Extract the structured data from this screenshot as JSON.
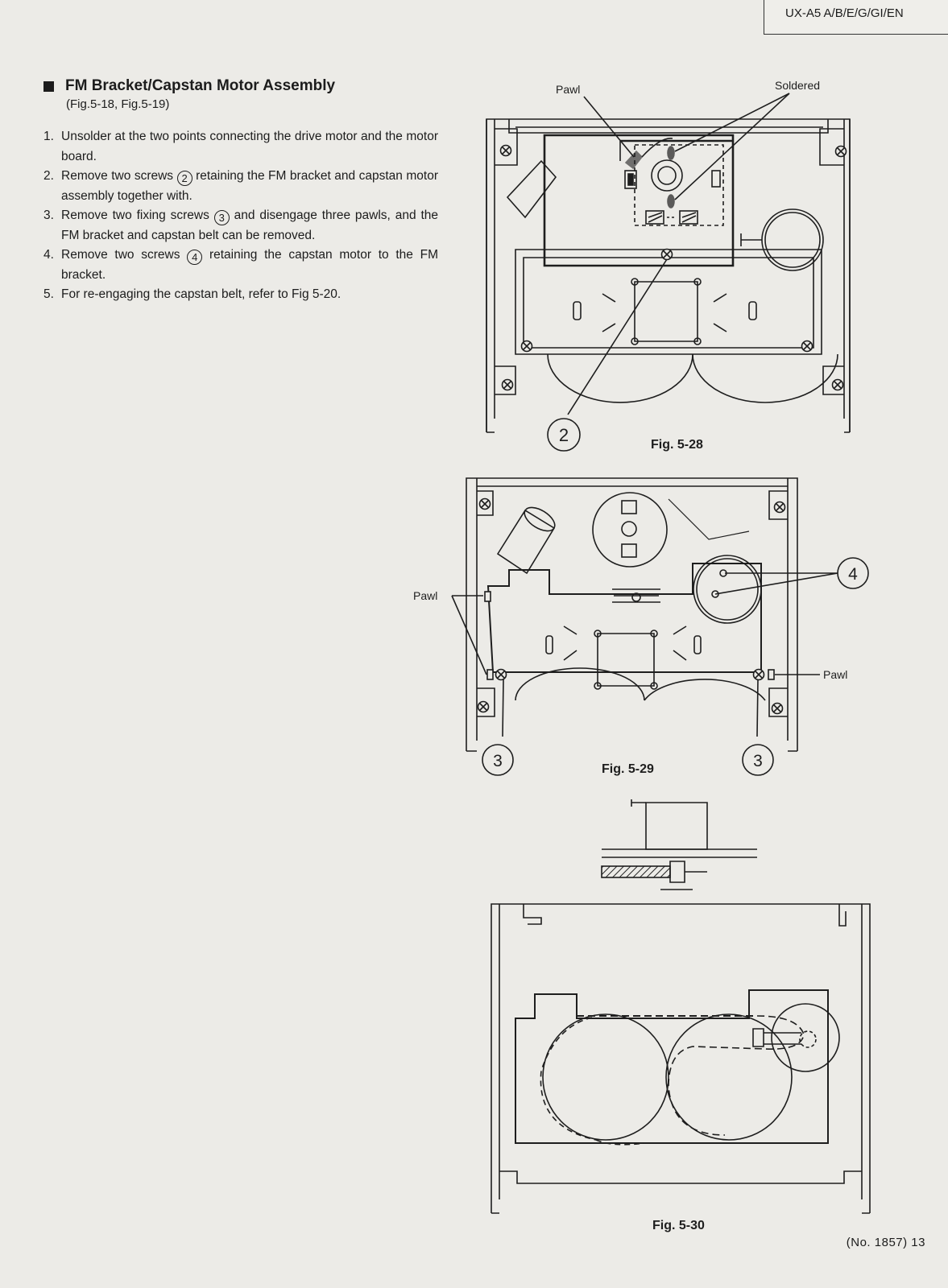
{
  "header": {
    "model": "UX-A5 A/B/E/G/GI/EN"
  },
  "section": {
    "title": "FM Bracket/Capstan Motor Assembly",
    "figure_refs": "(Fig.5-18, Fig.5-19)",
    "steps": [
      {
        "num": "1.",
        "text": "Unsolder at the two points connecting the drive motor and the motor board."
      },
      {
        "num": "2.",
        "pre": "Remove two screws",
        "mark": "2",
        "post": "retaining the FM bracket and capstan motor assembly together with."
      },
      {
        "num": "3.",
        "pre": "Remove two fixing screws",
        "mark": "3",
        "post": "and disengage three pawls, and the FM bracket and capstan belt can be removed."
      },
      {
        "num": "4.",
        "pre": "Remove two screws",
        "mark": "4",
        "post": "retaining the capstan motor to the FM bracket."
      },
      {
        "num": "5.",
        "text": "For re-engaging the capstan belt, refer to Fig 5-20."
      }
    ]
  },
  "figures": {
    "fig28": {
      "caption": "Fig. 5-28",
      "label_pawl": "Pawl",
      "label_soldered": "Soldered",
      "callout": "2"
    },
    "fig29": {
      "caption": "Fig. 5-29",
      "label_pawl_left": "Pawl",
      "label_pawl_right": "Pawl",
      "callout_4": "4",
      "callout_3a": "3",
      "callout_3b": "3"
    },
    "fig30": {
      "caption": "Fig. 5-30"
    }
  },
  "footer": {
    "page": "(No. 1857) 13"
  }
}
